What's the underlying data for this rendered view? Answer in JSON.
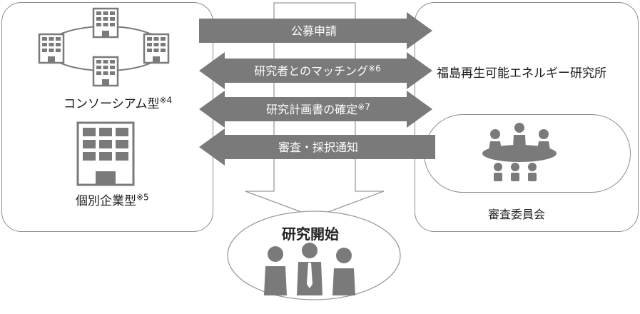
{
  "left_box": {
    "consortium_label": "コンソーシアム型",
    "consortium_note": "※4",
    "individual_label": "個別企業型",
    "individual_note": "※5"
  },
  "right_box": {
    "institute_label": "福島再生可能エネルギー研究所",
    "committee_label": "審査委員会"
  },
  "arrows": [
    {
      "label": "公募申請",
      "direction": "right"
    },
    {
      "label": "研究者とのマッチング",
      "note": "※6",
      "direction": "both"
    },
    {
      "label": "研究計画書の確定",
      "note": "※7",
      "direction": "both"
    },
    {
      "label": "審査・採択通知",
      "direction": "left"
    }
  ],
  "center": {
    "start_label": "研究開始"
  },
  "colors": {
    "arrow_fill": "#7a7a7a",
    "icon_fill": "#8a8a8a",
    "border": "#8c8c8c"
  }
}
